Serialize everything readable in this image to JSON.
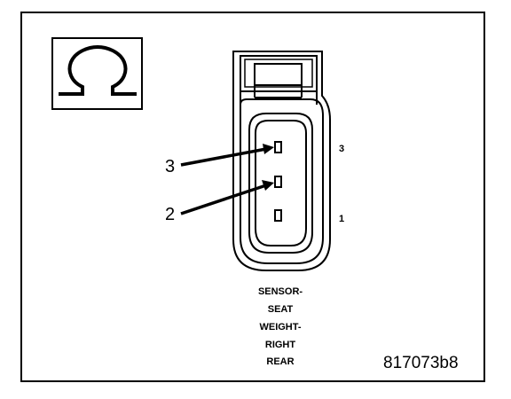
{
  "legend": {
    "icon": "ohm-icon",
    "symbol": "Ω"
  },
  "connector": {
    "callouts": [
      {
        "number": "3"
      },
      {
        "number": "2"
      }
    ],
    "pin_labels": {
      "top": "3",
      "bottom": "1"
    },
    "caption_lines": [
      "SENSOR-",
      "SEAT",
      "WEIGHT-",
      "RIGHT",
      "REAR"
    ]
  },
  "figure_id": "817073b8",
  "colors": {
    "ink": "#000000",
    "paper": "#ffffff"
  }
}
